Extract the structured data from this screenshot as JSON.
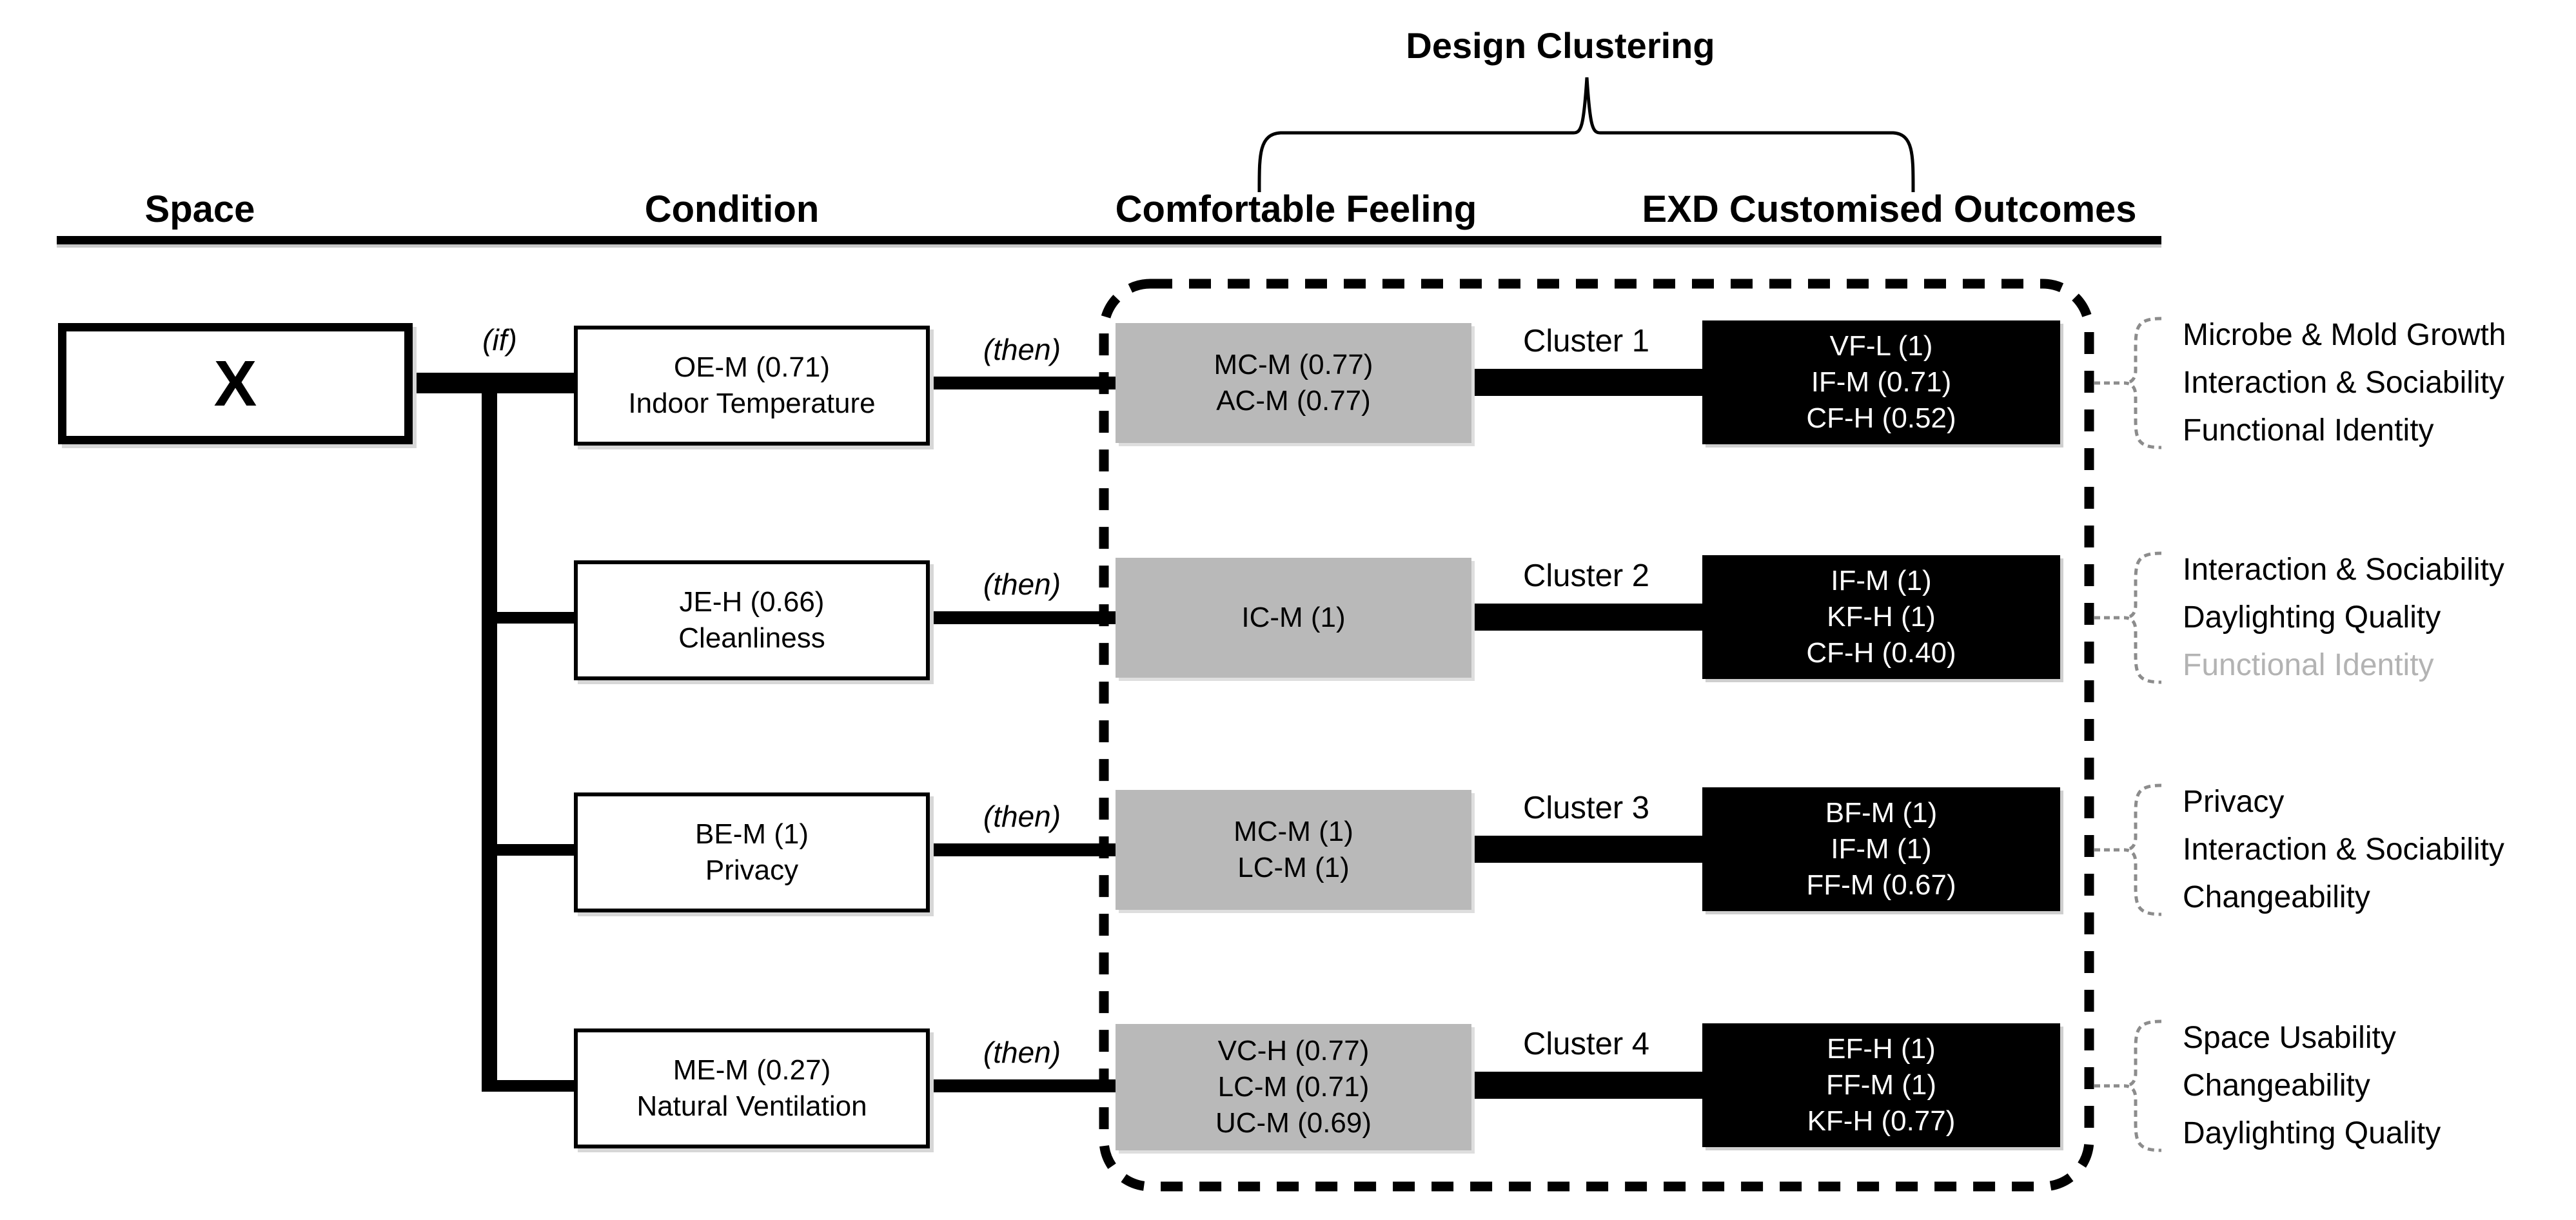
{
  "title": "Design Clustering",
  "headers": {
    "space": "Space",
    "condition": "Condition",
    "comfort": "Comfortable Feeling",
    "outcomes": "EXD Customised Outcomes"
  },
  "root_label": "X",
  "if_label": "(if)",
  "then_label": "(then)",
  "colors": {
    "gray_box": "#b9b9b9",
    "black_box": "#000000",
    "muted_label": "#b3b3b3",
    "line": "#000000",
    "brace": "#8c8c8c"
  },
  "rows": [
    {
      "condition": [
        "OE-M (0.71)",
        "Indoor Temperature"
      ],
      "comfort": [
        "MC-M (0.77)",
        "AC-M (0.77)"
      ],
      "cluster": "Cluster 1",
      "outcomes": [
        "VF-L (1)",
        "IF-M (0.71)",
        "CF-H (0.52)"
      ],
      "labels": [
        "Microbe & Mold Growth",
        "Interaction & Sociability",
        "Functional Identity"
      ]
    },
    {
      "condition": [
        "JE-H (0.66)",
        "Cleanliness"
      ],
      "comfort": [
        "IC-M (1)"
      ],
      "cluster": "Cluster 2",
      "outcomes": [
        "IF-M (1)",
        "KF-H (1)",
        "CF-H (0.40)"
      ],
      "labels": [
        "Interaction & Sociability",
        "Daylighting Quality",
        "Functional Identity"
      ]
    },
    {
      "condition": [
        "BE-M (1)",
        "Privacy"
      ],
      "comfort": [
        "MC-M (1)",
        "LC-M (1)"
      ],
      "cluster": "Cluster 3",
      "outcomes": [
        "BF-M (1)",
        "IF-M (1)",
        "FF-M (0.67)"
      ],
      "labels": [
        "Privacy",
        "Interaction & Sociability",
        "Changeability"
      ]
    },
    {
      "condition": [
        "ME-M (0.27)",
        "Natural Ventilation"
      ],
      "comfort": [
        "VC-H (0.77)",
        "LC-M (0.71)",
        "UC-M (0.69)"
      ],
      "cluster": "Cluster 4",
      "outcomes": [
        "EF-H (1)",
        "FF-M (1)",
        "KF-H (0.77)"
      ],
      "labels": [
        "Space Usability",
        "Changeability",
        "Daylighting Quality"
      ]
    }
  ]
}
